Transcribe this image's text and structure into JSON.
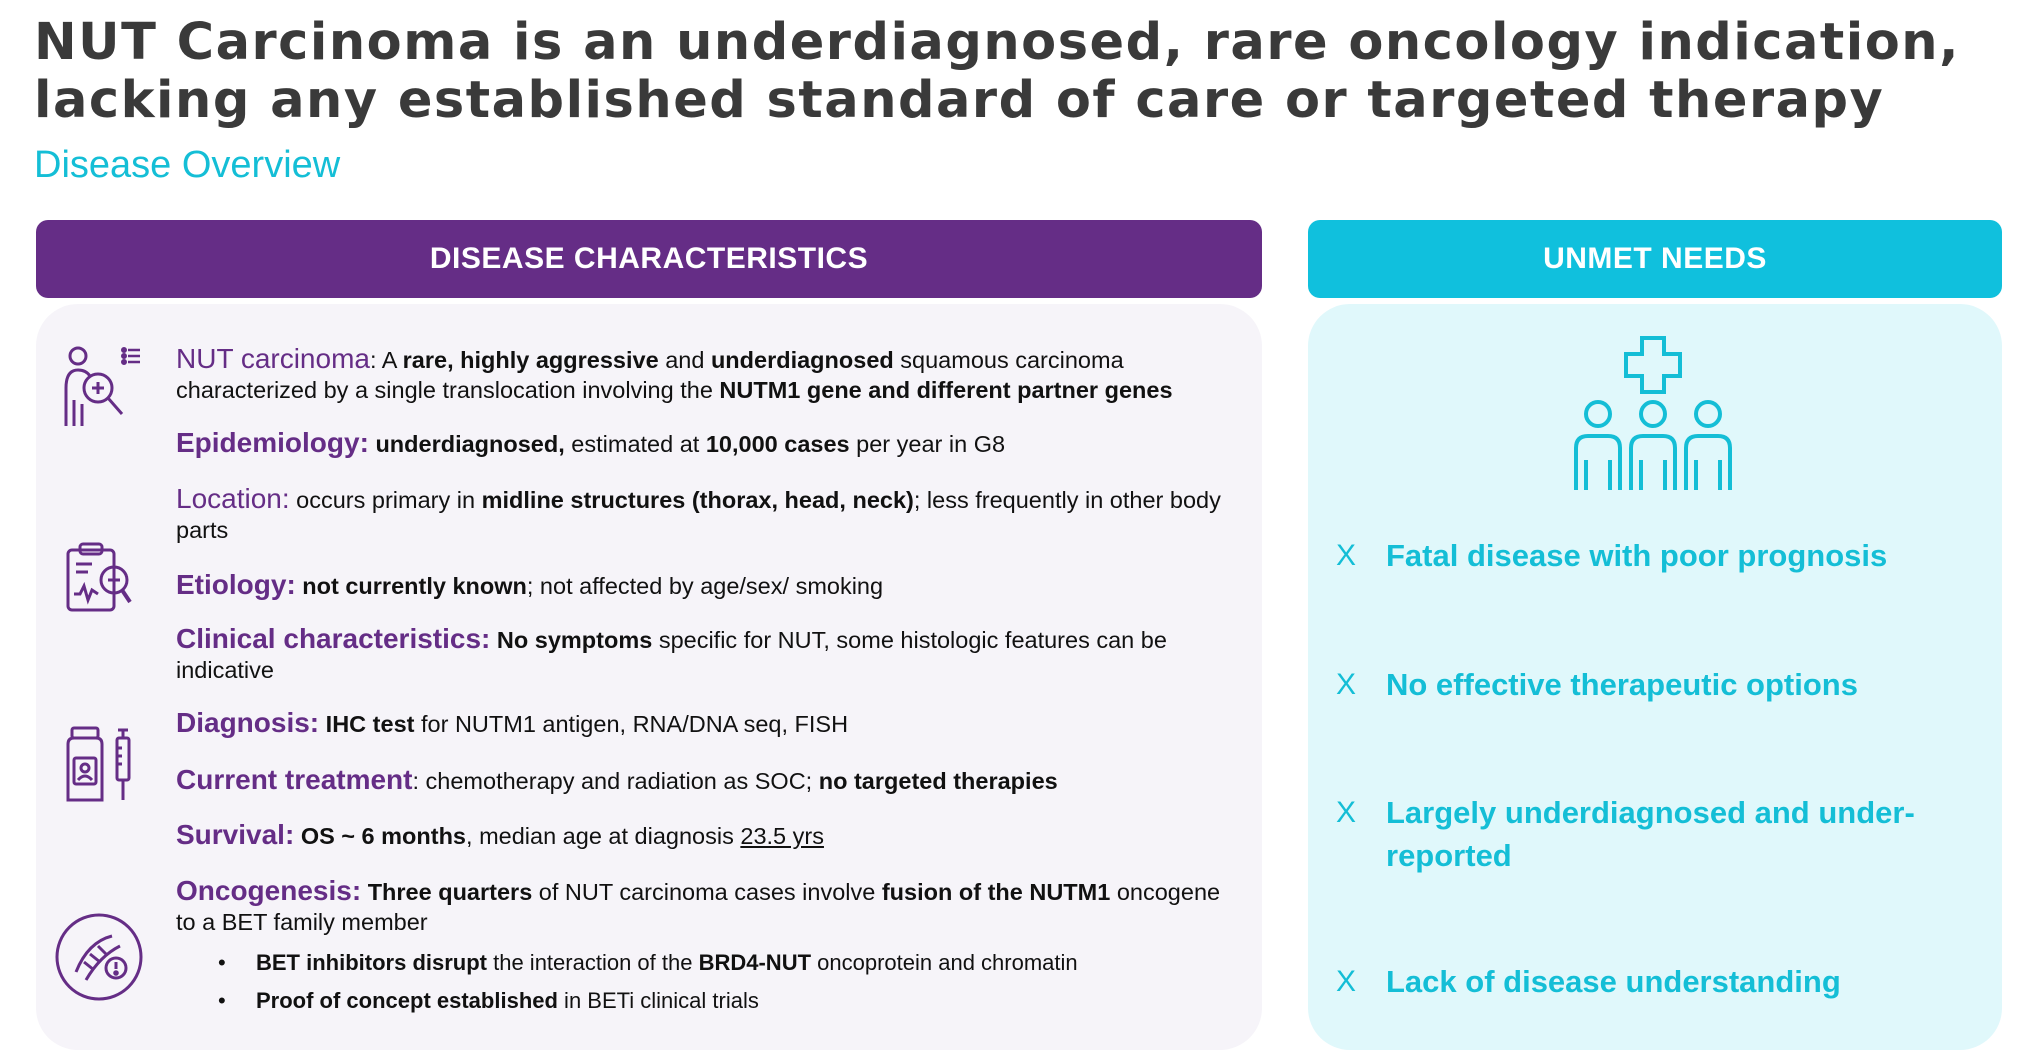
{
  "header": {
    "title_line1": "NUT Carcinoma is an underdiagnosed, rare oncology indication,",
    "title_line2": "lacking any established standard of care or targeted therapy",
    "subtitle": "Disease Overview"
  },
  "colors": {
    "purple": "#652d86",
    "cyan": "#10c0dd",
    "left_panel_bg": "#f6f4f9",
    "right_panel_bg": "#e0f8fb",
    "title_gray": "#3a3a3a"
  },
  "left": {
    "heading": "DISEASE CHARACTERISTICS",
    "nut": {
      "label": "NUT carcinoma",
      "colon": ":",
      "t1": " A ",
      "b1": "rare, highly aggressive",
      "t2": " and ",
      "b2": "underdiagnosed",
      "t3": " squamous carcinoma characterized by a single translocation involving the ",
      "b3": "NUTM1 gene and different partner genes"
    },
    "epidemiology": {
      "label": "Epidemiology:",
      "b1": "underdiagnosed,",
      "t1": "  estimated at ",
      "b2": "10,000 cases",
      "t2": " per year in G8"
    },
    "location": {
      "label": "Location:",
      "t1": " occurs primary in ",
      "b1": "midline structures (thorax, head, neck)",
      "t2": "; less frequently in other body parts"
    },
    "etiology": {
      "label": "Etiology:",
      "b1": "not currently known",
      "t1": "; not affected by age/sex/ smoking"
    },
    "clinical": {
      "label": "Clinical characteristics:",
      "b1": "No symptoms",
      "t1": " specific for NUT, some histologic features can be indicative"
    },
    "diagnosis": {
      "label": "Diagnosis:",
      "b1": "IHC test",
      "t1": " for NUTM1 antigen, RNA/DNA seq, FISH"
    },
    "treatment": {
      "label": "Current treatment",
      "t1": ": chemotherapy and radiation as SOC; ",
      "b1": "no targeted therapies"
    },
    "survival": {
      "label": "Survival:",
      "b1": "OS ~ 6 months",
      "t1": ", median age at diagnosis ",
      "u1": "23.5 yrs"
    },
    "oncogenesis": {
      "label": "Oncogenesis:",
      "b1": "Three quarters",
      "t1": " of NUT carcinoma cases involve ",
      "b2": "fusion of the NUTM1",
      "t2": " oncogene to a BET family member",
      "bullets": [
        {
          "b1": "BET inhibitors disrupt",
          "t1": " the interaction of the ",
          "b2": "BRD4-NUT",
          "t2": " oncoprotein and chromatin"
        },
        {
          "b1": "Proof of concept established",
          "t1": " in BETi clinical trials",
          "b2": "",
          "t2": ""
        }
      ]
    }
  },
  "right": {
    "heading": "UNMET NEEDS",
    "marker": "X",
    "needs": [
      "Fatal disease with poor prognosis",
      "No effective therapeutic options",
      "Largely underdiagnosed and under-reported",
      "Lack of disease understanding"
    ]
  },
  "icons": {
    "person_search": "person-magnifier-icon",
    "clipboard": "medical-clipboard-icon",
    "vial_syringe": "medicine-bottle-syringe-icon",
    "dna": "dna-alert-icon",
    "people_cross": "patients-medical-cross-icon"
  }
}
